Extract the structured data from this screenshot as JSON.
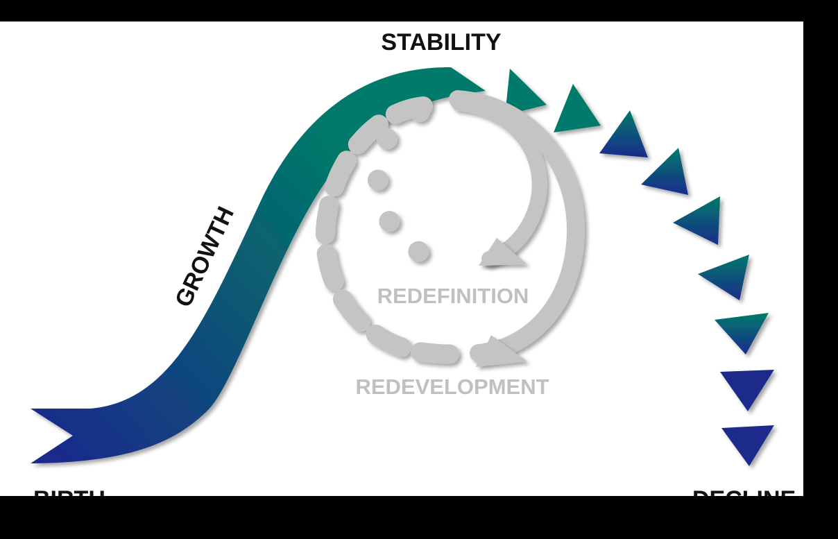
{
  "labels": {
    "stability": "STABILITY",
    "growth": "GROWTH",
    "redefinition": "REDEFINITION",
    "redevelopment": "REDEVELOPMENT",
    "birth": "BIRTH",
    "decline": "DECLINE"
  },
  "colors": {
    "frame": "#000000",
    "background": "#ffffff",
    "teal": "#007A6A",
    "navy": "#1A2B8C",
    "cycle_gray": "#C4C4C4",
    "label_dark": "#111111",
    "label_gray": "#C0C0C0"
  },
  "icons": {
    "birth_tail": "chevron-tail-icon",
    "decline_markers": "triangle-arrow-icon",
    "cycle_arrows": "circular-arrow-icon"
  }
}
